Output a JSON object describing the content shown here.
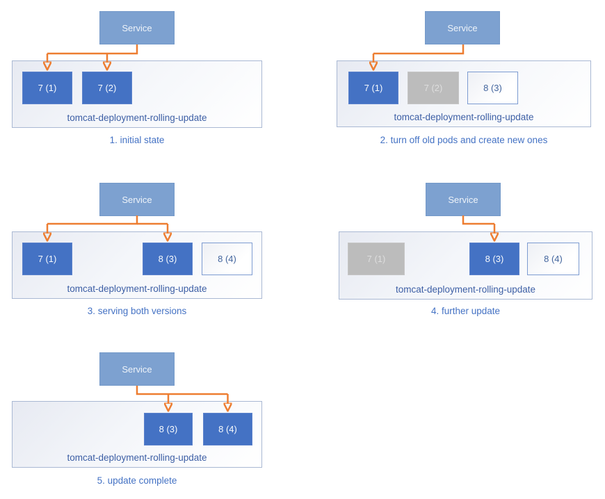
{
  "colors": {
    "service_fill": "#7DA1D0",
    "pod_active": "#4472C4",
    "pod_stopped": "#BCBCBC",
    "pod_new_border": "#7C9BD1",
    "container_border": "#A9B8D3",
    "arrow": "#ED7D31",
    "caption": "#4472C4",
    "label": "#3D5FA5"
  },
  "panels": [
    {
      "caption": "1. initial state",
      "service_label": "Service",
      "deployment_label": "tomcat-deployment-rolling-update",
      "pods": [
        {
          "label": "7 (1)",
          "state": "active"
        },
        {
          "label": "7 (2)",
          "state": "active"
        }
      ]
    },
    {
      "caption": "2. turn off old pods and create new ones",
      "service_label": "Service",
      "deployment_label": "tomcat-deployment-rolling-update",
      "pods": [
        {
          "label": "7 (1)",
          "state": "active"
        },
        {
          "label": "7 (2)",
          "state": "stopped"
        },
        {
          "label": "8 (3)",
          "state": "new"
        }
      ]
    },
    {
      "caption": "3. serving both versions",
      "service_label": "Service",
      "deployment_label": "tomcat-deployment-rolling-update",
      "pods": [
        {
          "label": "7 (1)",
          "state": "active"
        },
        {
          "label": "8 (3)",
          "state": "active"
        },
        {
          "label": "8 (4)",
          "state": "new"
        }
      ]
    },
    {
      "caption": "4. further update",
      "service_label": "Service",
      "deployment_label": "tomcat-deployment-rolling-update",
      "pods": [
        {
          "label": "7 (1)",
          "state": "stopped"
        },
        {
          "label": "8 (3)",
          "state": "active"
        },
        {
          "label": "8 (4)",
          "state": "new"
        }
      ]
    },
    {
      "caption": "5. update complete",
      "service_label": "Service",
      "deployment_label": "tomcat-deployment-rolling-update",
      "pods": [
        {
          "label": "8 (3)",
          "state": "active"
        },
        {
          "label": "8 (4)",
          "state": "active"
        }
      ]
    }
  ]
}
